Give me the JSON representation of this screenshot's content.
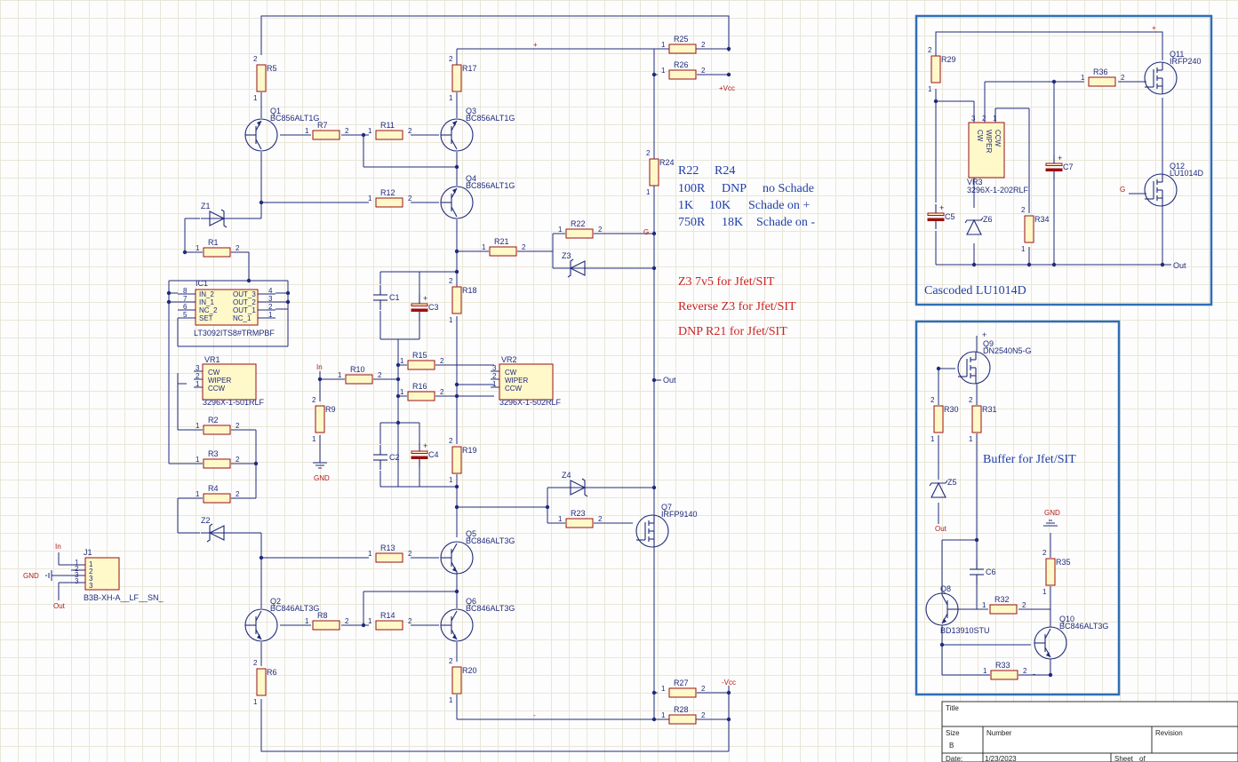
{
  "resistors": [
    {
      "id": "R5",
      "l": "R5"
    },
    {
      "id": "R17",
      "l": "R17"
    },
    {
      "id": "R25",
      "l": "R25"
    },
    {
      "id": "R26",
      "l": "R26"
    },
    {
      "id": "R7",
      "l": "R7"
    },
    {
      "id": "R11",
      "l": "R11"
    },
    {
      "id": "R12",
      "l": "R12"
    },
    {
      "id": "R24",
      "l": "R24"
    },
    {
      "id": "R1",
      "l": "R1"
    },
    {
      "id": "R21",
      "l": "R21"
    },
    {
      "id": "R22",
      "l": "R22"
    },
    {
      "id": "R18",
      "l": "R18"
    },
    {
      "id": "R15",
      "l": "R15"
    },
    {
      "id": "R10",
      "l": "R10"
    },
    {
      "id": "R16",
      "l": "R16"
    },
    {
      "id": "R9",
      "l": "R9"
    },
    {
      "id": "R2",
      "l": "R2"
    },
    {
      "id": "R3",
      "l": "R3"
    },
    {
      "id": "R4",
      "l": "R4"
    },
    {
      "id": "R19",
      "l": "R19"
    },
    {
      "id": "R23",
      "l": "R23"
    },
    {
      "id": "R13",
      "l": "R13"
    },
    {
      "id": "R8",
      "l": "R8"
    },
    {
      "id": "R14",
      "l": "R14"
    },
    {
      "id": "R6",
      "l": "R6"
    },
    {
      "id": "R20",
      "l": "R20"
    },
    {
      "id": "R27",
      "l": "R27"
    },
    {
      "id": "R28",
      "l": "R28"
    },
    {
      "id": "R29",
      "l": "R29"
    },
    {
      "id": "R36",
      "l": "R36"
    },
    {
      "id": "R34",
      "l": "R34"
    },
    {
      "id": "R30",
      "l": "R30"
    },
    {
      "id": "R31",
      "l": "R31"
    },
    {
      "id": "R35",
      "l": "R35"
    },
    {
      "id": "R32",
      "l": "R32"
    },
    {
      "id": "R33",
      "l": "R33"
    }
  ],
  "transistors": [
    {
      "id": "Q1",
      "ref": "Q1",
      "part": "BC856ALT1G"
    },
    {
      "id": "Q3",
      "ref": "Q3",
      "part": "BC856ALT1G"
    },
    {
      "id": "Q4",
      "ref": "Q4",
      "part": "BC856ALT1G"
    },
    {
      "id": "Q5",
      "ref": "Q5",
      "part": "BC846ALT3G"
    },
    {
      "id": "Q2",
      "ref": "Q2",
      "part": "BC846ALT3G"
    },
    {
      "id": "Q6",
      "ref": "Q6",
      "part": "BC846ALT3G"
    },
    {
      "id": "Q7",
      "ref": "Q7",
      "part": "IRFP9140"
    },
    {
      "id": "Q11",
      "ref": "Q11",
      "part": "IRFP240"
    },
    {
      "id": "Q12",
      "ref": "Q12",
      "part": "LU1014D"
    },
    {
      "id": "Q9",
      "ref": "Q9",
      "part": "DN2540N5-G"
    },
    {
      "id": "Q8",
      "ref": "Q8",
      "part": "BD13910STU"
    },
    {
      "id": "Q10",
      "ref": "Q10",
      "part": "BC846ALT3G"
    }
  ],
  "capacitors": [
    {
      "id": "C1",
      "l": "C1"
    },
    {
      "id": "C3",
      "l": "C3"
    },
    {
      "id": "C2",
      "l": "C2"
    },
    {
      "id": "C4",
      "l": "C4"
    },
    {
      "id": "C5",
      "l": "C5"
    },
    {
      "id": "C7",
      "l": "C7"
    },
    {
      "id": "C6",
      "l": "C6"
    }
  ],
  "diodes": [
    {
      "id": "Z1",
      "l": "Z1"
    },
    {
      "id": "Z2",
      "l": "Z2"
    },
    {
      "id": "Z3",
      "l": "Z3"
    },
    {
      "id": "Z4",
      "l": "Z4"
    },
    {
      "id": "Z5",
      "l": "Z5"
    },
    {
      "id": "Z6",
      "l": "Z6"
    }
  ],
  "ic1": {
    "ref": "IC1",
    "part": "LT3092ITS8#TRMPBF",
    "left_pins": [
      "IN_2",
      "IN_1",
      "NC_2",
      "SET"
    ],
    "left_nums": [
      "8",
      "7",
      "6",
      "5"
    ],
    "right_pins": [
      "OUT_3",
      "OUT_2",
      "OUT_1",
      "NC_1"
    ],
    "right_nums": [
      "4",
      "3",
      "2",
      "1"
    ]
  },
  "pots": [
    {
      "id": "VR1",
      "ref": "VR1",
      "part": "3296X-1-501RLF",
      "l1": "CW",
      "l2": "WIPER",
      "l3": "CCW"
    },
    {
      "id": "VR2",
      "ref": "VR2",
      "part": "3296X-1-502RLF",
      "l1": "CW",
      "l2": "WIPER",
      "l3": "CCW"
    },
    {
      "id": "VR3",
      "ref": "VR3",
      "part": "3296X-1-202RLF",
      "l1": "CW",
      "l2": "WIPER",
      "l3": "CCW"
    }
  ],
  "j1": {
    "ref": "J1",
    "part": "B3B-XH-A__LF__SN_",
    "pins": [
      "1",
      "2",
      "3",
      "3"
    ]
  },
  "nets": {
    "vcc": "+Vcc",
    "nvcc": "-Vcc",
    "out": "Out",
    "in": "In",
    "gnd": "GND",
    "g": "G",
    "plus": "+",
    "minus": "-"
  },
  "notes": {
    "table": [
      [
        "R22",
        "R24",
        ""
      ],
      [
        "100R",
        "DNP",
        "no Schade"
      ],
      [
        "1K",
        "10K",
        "Schade on +"
      ],
      [
        "750R",
        "18K",
        "Schade on -"
      ]
    ],
    "red": [
      "Z3 7v5 for Jfet/SIT",
      "Reverse Z3 for Jfet/SIT",
      "DNP R21 for Jfet/SIT"
    ],
    "cascode_title": "Cascoded LU1014D",
    "buffer_title": "Buffer for Jfet/SIT"
  },
  "title_block": {
    "title": "Title",
    "size": "Size",
    "size_val": "B",
    "number": "Number",
    "revision": "Revision",
    "date": "Date:",
    "date_val": "1/23/2023",
    "sheet": "Sheet",
    "of": "of"
  },
  "colors": {
    "wire": "#1f2a7a",
    "body_fill": "#fff8c9",
    "body_stroke": "#9a1010",
    "box": "#2f6fb8",
    "note_blue": "#1f3fa8",
    "note_red": "#cc2222"
  }
}
